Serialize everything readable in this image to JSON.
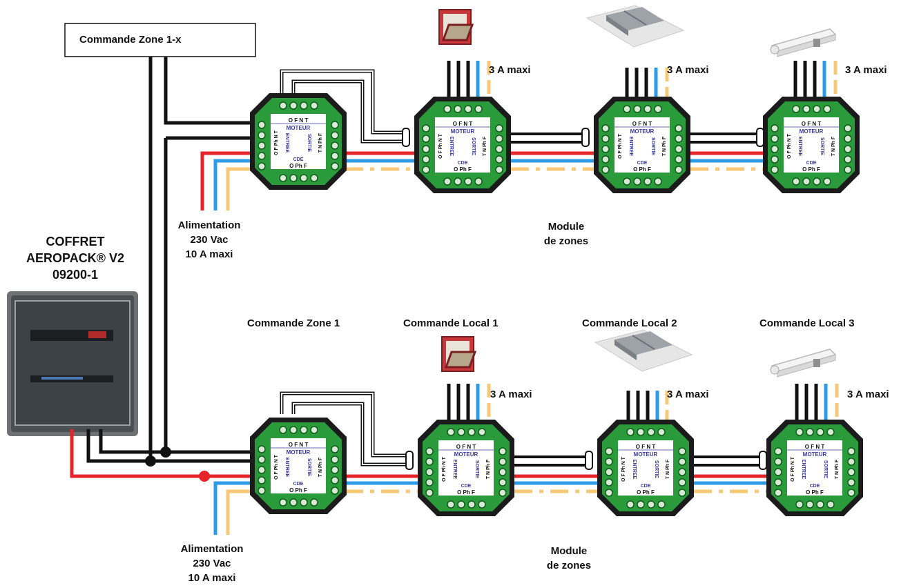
{
  "colors": {
    "phase": "#e8242b",
    "neutral": "#2e9be6",
    "earth": "#f7c977",
    "control": "#111111",
    "module_green": "#2a9a3a",
    "module_frame": "#1b1b1b"
  },
  "top_control_box": "Commande Zone 1-x",
  "coffret": {
    "line1": "COFFRET",
    "line2": "AEROPACK® V2",
    "line3": "09200-1"
  },
  "rows": [
    {
      "power": {
        "line1": "Alimentation",
        "line2": "230 Vac",
        "line3": "10 A maxi"
      },
      "module_label": {
        "line1": "Module",
        "line2": "de zones"
      },
      "current_labels": [
        "3 A maxi",
        "3 A maxi",
        "3 A maxi"
      ],
      "devices": [
        "window-icon",
        "smoke-vent-icon",
        "actuator-icon"
      ]
    },
    {
      "command_labels": [
        "Commande Zone 1",
        "Commande Local 1",
        "Commande Local 2",
        "Commande Local 3"
      ],
      "power": {
        "line1": "Alimentation",
        "line2": "230 Vac",
        "line3": "10 A maxi"
      },
      "module_label": {
        "line1": "Module",
        "line2": "de zones"
      },
      "current_labels": [
        "3 A maxi",
        "3 A maxi",
        "3 A maxi"
      ],
      "devices": [
        "window-icon",
        "smoke-vent-icon",
        "actuator-icon"
      ]
    }
  ],
  "module_text": {
    "top": "O F N T",
    "moteur": "MOTEUR",
    "entree": "ENTREE",
    "sortie": "SORTIE",
    "left": "O F Ph N T",
    "right": "T N Ph F",
    "cde": "CDE",
    "bottom": "O Ph F"
  }
}
